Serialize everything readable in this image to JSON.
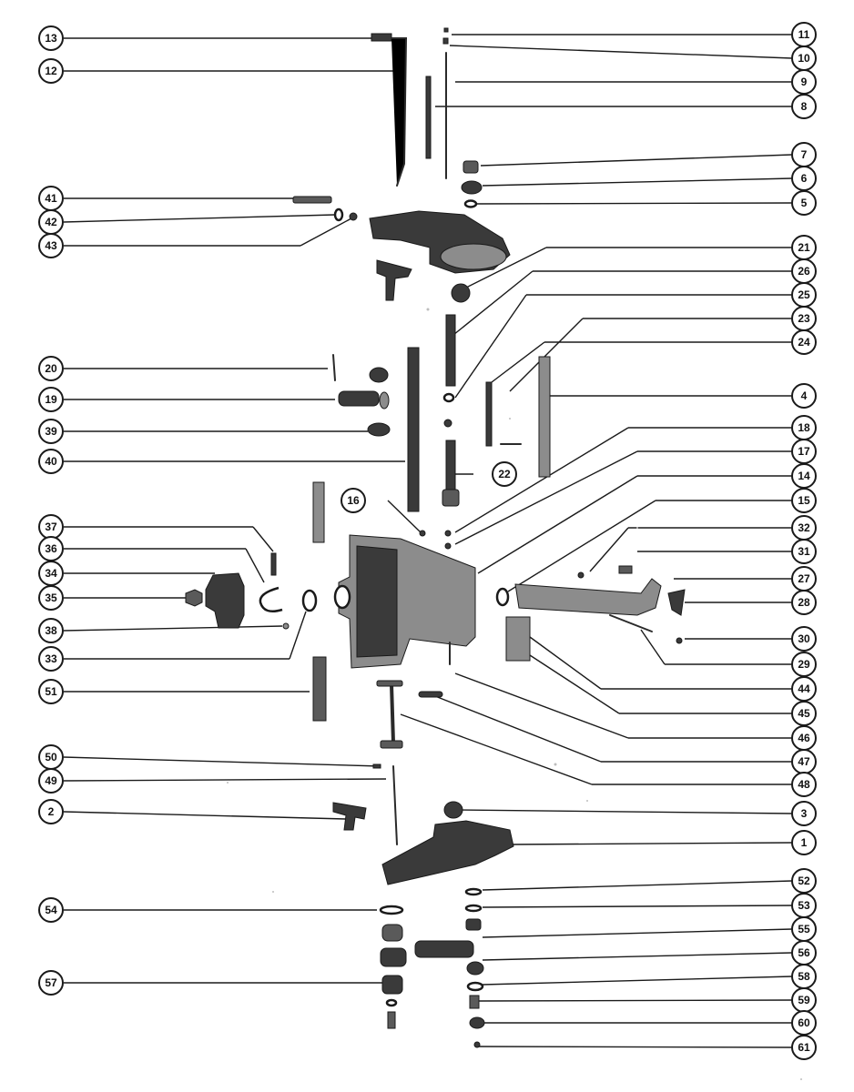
{
  "callouts": {
    "c1": "1",
    "c2": "2",
    "c3": "3",
    "c4": "4",
    "c5": "5",
    "c6": "6",
    "c7": "7",
    "c8": "8",
    "c9": "9",
    "c10": "10",
    "c11": "11",
    "c12": "12",
    "c13": "13",
    "c14": "14",
    "c15": "15",
    "c16": "16",
    "c17": "17",
    "c18": "18",
    "c19": "19",
    "c20": "20",
    "c21": "21",
    "c22": "22",
    "c23": "23",
    "c24": "24",
    "c25": "25",
    "c26": "26",
    "c27": "27",
    "c28": "28",
    "c29": "29",
    "c30": "30",
    "c31": "31",
    "c32": "32",
    "c33": "33",
    "c34": "34",
    "c35": "35",
    "c36": "36",
    "c37": "37",
    "c38": "38",
    "c39": "39",
    "c40": "40",
    "c41": "41",
    "c42": "42",
    "c43": "43",
    "c44": "44",
    "c45": "45",
    "c46": "46",
    "c47": "47",
    "c48": "48",
    "c49": "49",
    "c50": "50",
    "c51": "51",
    "c52": "52",
    "c53": "53",
    "c54": "54",
    "c55": "55",
    "c56": "56",
    "c57": "57",
    "c58": "58",
    "c59": "59",
    "c60": "60",
    "c61": "61"
  },
  "colors": {
    "ink": "#1a1a1a",
    "part_dark": "#3a3a3a",
    "part_light": "#8c8c8c",
    "paper": "#ffffff"
  }
}
